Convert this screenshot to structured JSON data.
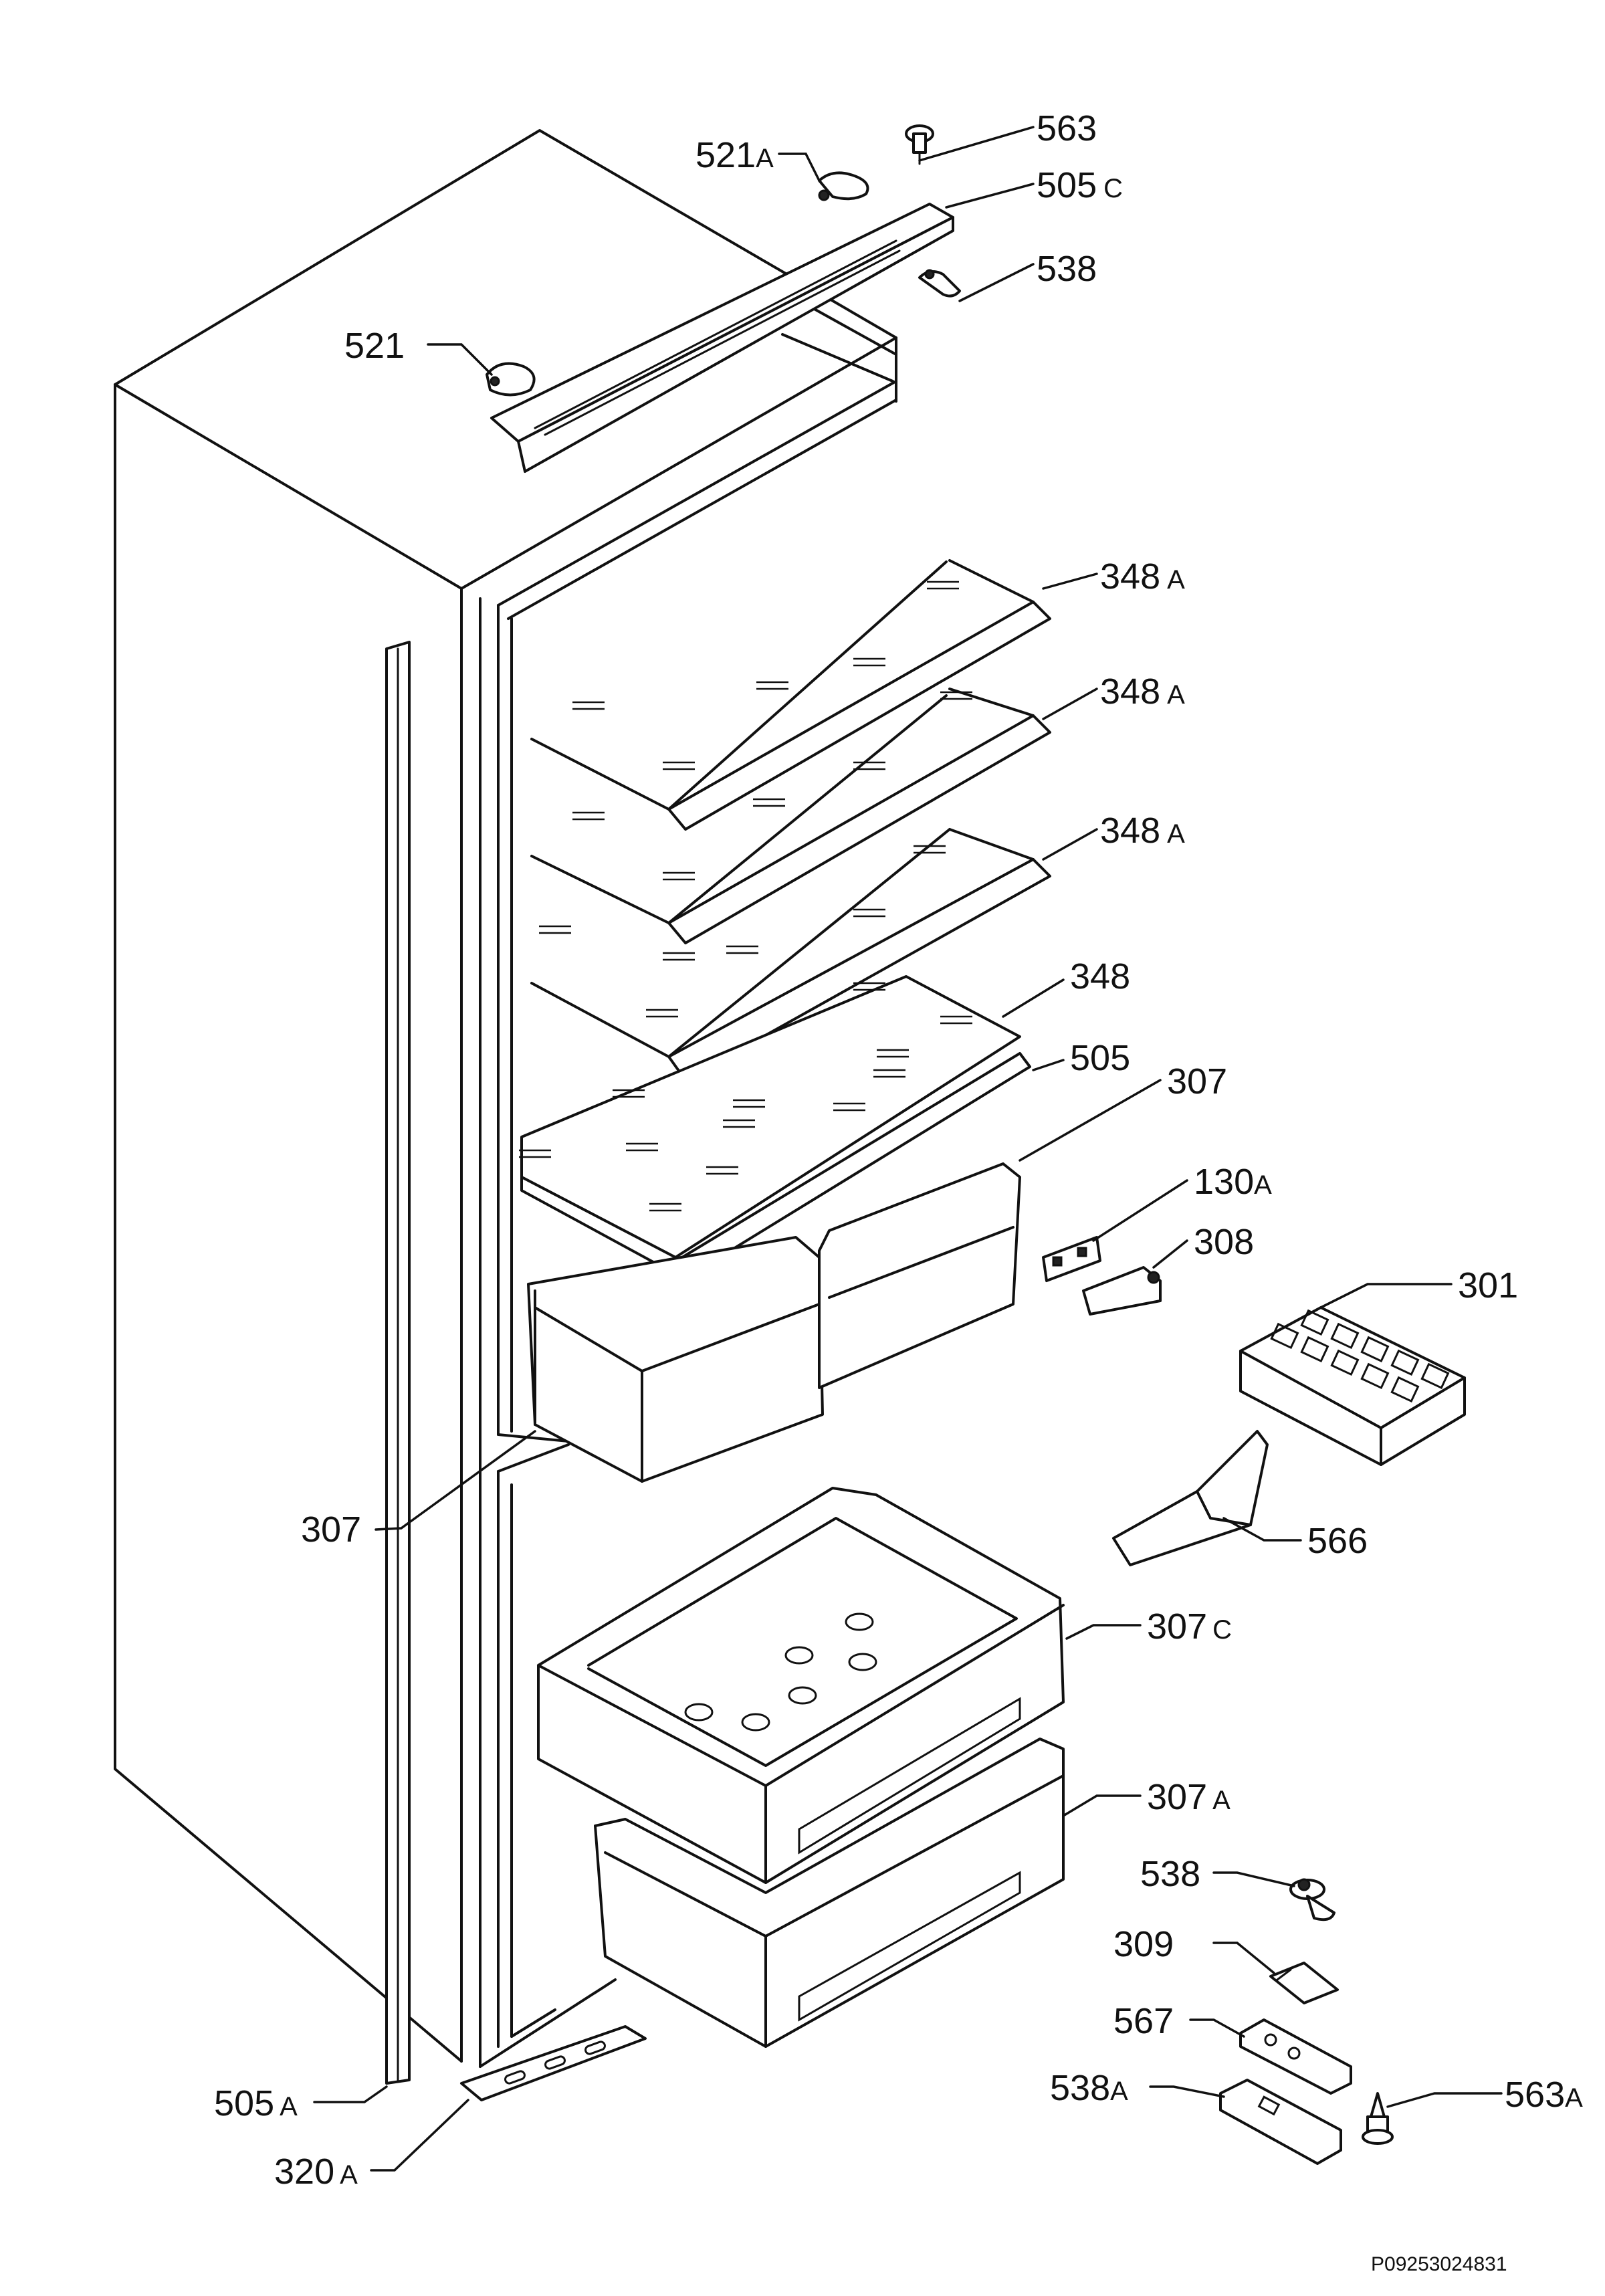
{
  "part_labels": [
    {
      "id": "l563",
      "num": "563",
      "suffix": ""
    },
    {
      "id": "l521a",
      "num": "521",
      "suffix": "A"
    },
    {
      "id": "l505c",
      "num": "505",
      "suffix": "C"
    },
    {
      "id": "l538top",
      "num": "538",
      "suffix": ""
    },
    {
      "id": "l521",
      "num": "521",
      "suffix": ""
    },
    {
      "id": "l348a1",
      "num": "348",
      "suffix": "A"
    },
    {
      "id": "l348a2",
      "num": "348",
      "suffix": "A"
    },
    {
      "id": "l348a3",
      "num": "348",
      "suffix": "A"
    },
    {
      "id": "l348",
      "num": "348",
      "suffix": ""
    },
    {
      "id": "l505",
      "num": "505",
      "suffix": ""
    },
    {
      "id": "l307r",
      "num": "307",
      "suffix": ""
    },
    {
      "id": "l130a",
      "num": "130",
      "suffix": "A"
    },
    {
      "id": "l308",
      "num": "308",
      "suffix": ""
    },
    {
      "id": "l301",
      "num": "301",
      "suffix": ""
    },
    {
      "id": "l307l",
      "num": "307",
      "suffix": ""
    },
    {
      "id": "l566",
      "num": "566",
      "suffix": ""
    },
    {
      "id": "l307c",
      "num": "307",
      "suffix": "C"
    },
    {
      "id": "l307a",
      "num": "307",
      "suffix": "A"
    },
    {
      "id": "l538",
      "num": "538",
      "suffix": ""
    },
    {
      "id": "l309",
      "num": "309",
      "suffix": ""
    },
    {
      "id": "l567",
      "num": "567",
      "suffix": ""
    },
    {
      "id": "l538a",
      "num": "538",
      "suffix": "A"
    },
    {
      "id": "l563a",
      "num": "563",
      "suffix": "A"
    },
    {
      "id": "l505a",
      "num": "505",
      "suffix": "A"
    },
    {
      "id": "l320a",
      "num": "320",
      "suffix": "A"
    }
  ],
  "reference_code": "P09253024831"
}
